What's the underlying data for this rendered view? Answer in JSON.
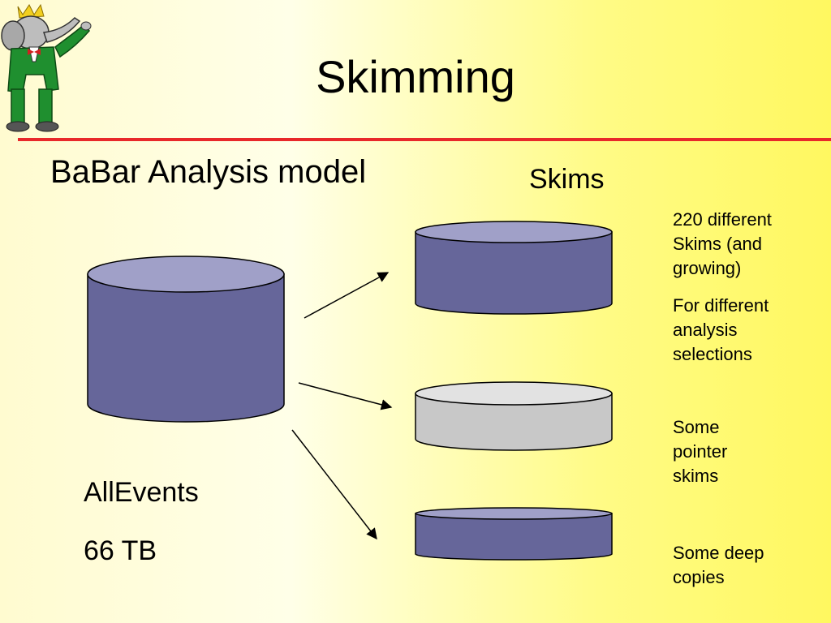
{
  "title": "Skimming",
  "subtitle": "BaBar Analysis model",
  "skims_heading": "Skims",
  "main_store": {
    "name": "AllEvents",
    "size": "66 TB"
  },
  "notes": [
    [
      "220 different",
      "Skims (and",
      "growing)"
    ],
    [
      "For different",
      "analysis",
      "selections"
    ],
    [
      "Some",
      "pointer",
      "skims"
    ],
    [
      "Some deep",
      "copies"
    ]
  ],
  "colors": {
    "accent_rule": "#e8282a",
    "cylinder_body": "#66669a",
    "cylinder_top": "#a0a0c8",
    "pointer_body": "#c8c8c8",
    "pointer_top": "#e2e2e2"
  },
  "logo": "babar-elephant-logo"
}
